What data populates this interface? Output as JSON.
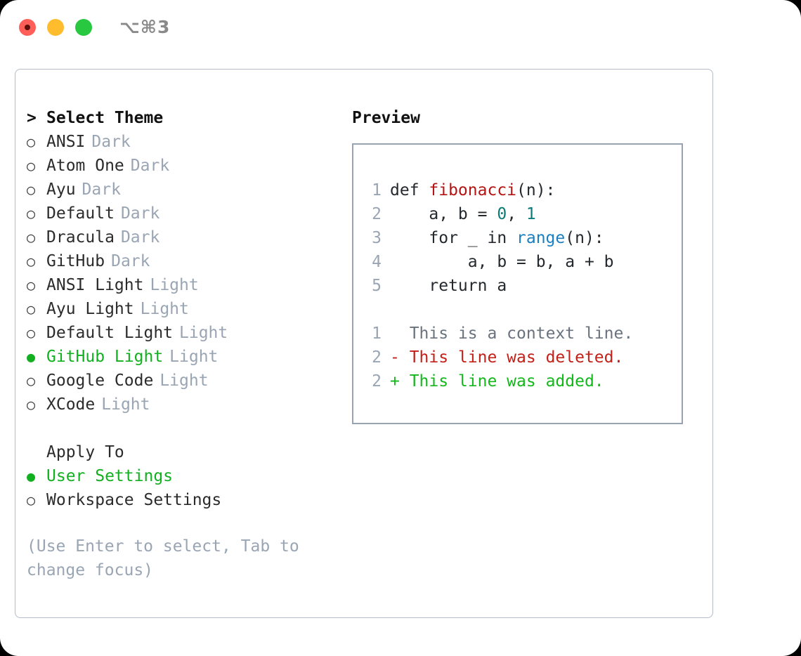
{
  "titlebar": {
    "shortcut": "⌥⌘3",
    "buttons": {
      "close": "close",
      "minimize": "minimize",
      "maximize": "maximize"
    },
    "colors": {
      "close": "#ff5f57",
      "minimize": "#ffbd2e",
      "maximize": "#28c840"
    }
  },
  "theme_list": {
    "header": {
      "marker": ">",
      "label": "Select Theme"
    },
    "items": [
      {
        "marker": "○",
        "label": "ANSI",
        "variant": "Dark",
        "selected": false
      },
      {
        "marker": "○",
        "label": "Atom One",
        "variant": "Dark",
        "selected": false
      },
      {
        "marker": "○",
        "label": "Ayu",
        "variant": "Dark",
        "selected": false
      },
      {
        "marker": "○",
        "label": "Default",
        "variant": "Dark",
        "selected": false
      },
      {
        "marker": "○",
        "label": "Dracula",
        "variant": "Dark",
        "selected": false
      },
      {
        "marker": "○",
        "label": "GitHub",
        "variant": "Dark",
        "selected": false
      },
      {
        "marker": "○",
        "label": "ANSI Light",
        "variant": "Light",
        "selected": false
      },
      {
        "marker": "○",
        "label": "Ayu Light",
        "variant": "Light",
        "selected": false
      },
      {
        "marker": "○",
        "label": "Default Light",
        "variant": "Light",
        "selected": false
      },
      {
        "marker": "●",
        "label": "GitHub Light",
        "variant": "Light",
        "selected": true
      },
      {
        "marker": "○",
        "label": "Google Code",
        "variant": "Light",
        "selected": false
      },
      {
        "marker": "○",
        "label": "XCode",
        "variant": "Light",
        "selected": false
      }
    ]
  },
  "apply_to": {
    "header": "Apply To",
    "options": [
      {
        "marker": "●",
        "label": "User Settings",
        "selected": true
      },
      {
        "marker": "○",
        "label": "Workspace Settings",
        "selected": false
      }
    ]
  },
  "hint": "(Use Enter to select, Tab to change focus)",
  "preview": {
    "title": "Preview",
    "code_lines": [
      {
        "no": "1",
        "segments": [
          {
            "text": "def ",
            "style": "plain"
          },
          {
            "text": "fibonacci",
            "style": "fn"
          },
          {
            "text": "(n):",
            "style": "plain"
          }
        ]
      },
      {
        "no": "2",
        "segments": [
          {
            "text": "    a, b = ",
            "style": "plain"
          },
          {
            "text": "0",
            "style": "num"
          },
          {
            "text": ", ",
            "style": "plain"
          },
          {
            "text": "1",
            "style": "num"
          }
        ]
      },
      {
        "no": "3",
        "segments": [
          {
            "text": "    for _ in ",
            "style": "plain"
          },
          {
            "text": "range",
            "style": "call"
          },
          {
            "text": "(n):",
            "style": "plain"
          }
        ]
      },
      {
        "no": "4",
        "segments": [
          {
            "text": "        a, b = b, a + b",
            "style": "plain"
          }
        ]
      },
      {
        "no": "5",
        "segments": [
          {
            "text": "    return a",
            "style": "plain"
          }
        ]
      }
    ],
    "diff_lines": [
      {
        "no": "1",
        "sign": " ",
        "text": "This is a context line.",
        "kind": "ctx"
      },
      {
        "no": "2",
        "sign": "-",
        "text": "This line was deleted.",
        "kind": "del"
      },
      {
        "no": "2",
        "sign": "+",
        "text": "This line was added.",
        "kind": "add"
      }
    ]
  },
  "colors": {
    "accent_green": "#12b020",
    "muted": "#9aa5b4",
    "diff_add": "#14b81c",
    "diff_del": "#c4201a",
    "syntax_fn": "#b31414",
    "syntax_num": "#0b7c78",
    "syntax_call": "#1a7fc1",
    "panel_border": "#b4bcc8",
    "code_border": "#97a3b2"
  }
}
